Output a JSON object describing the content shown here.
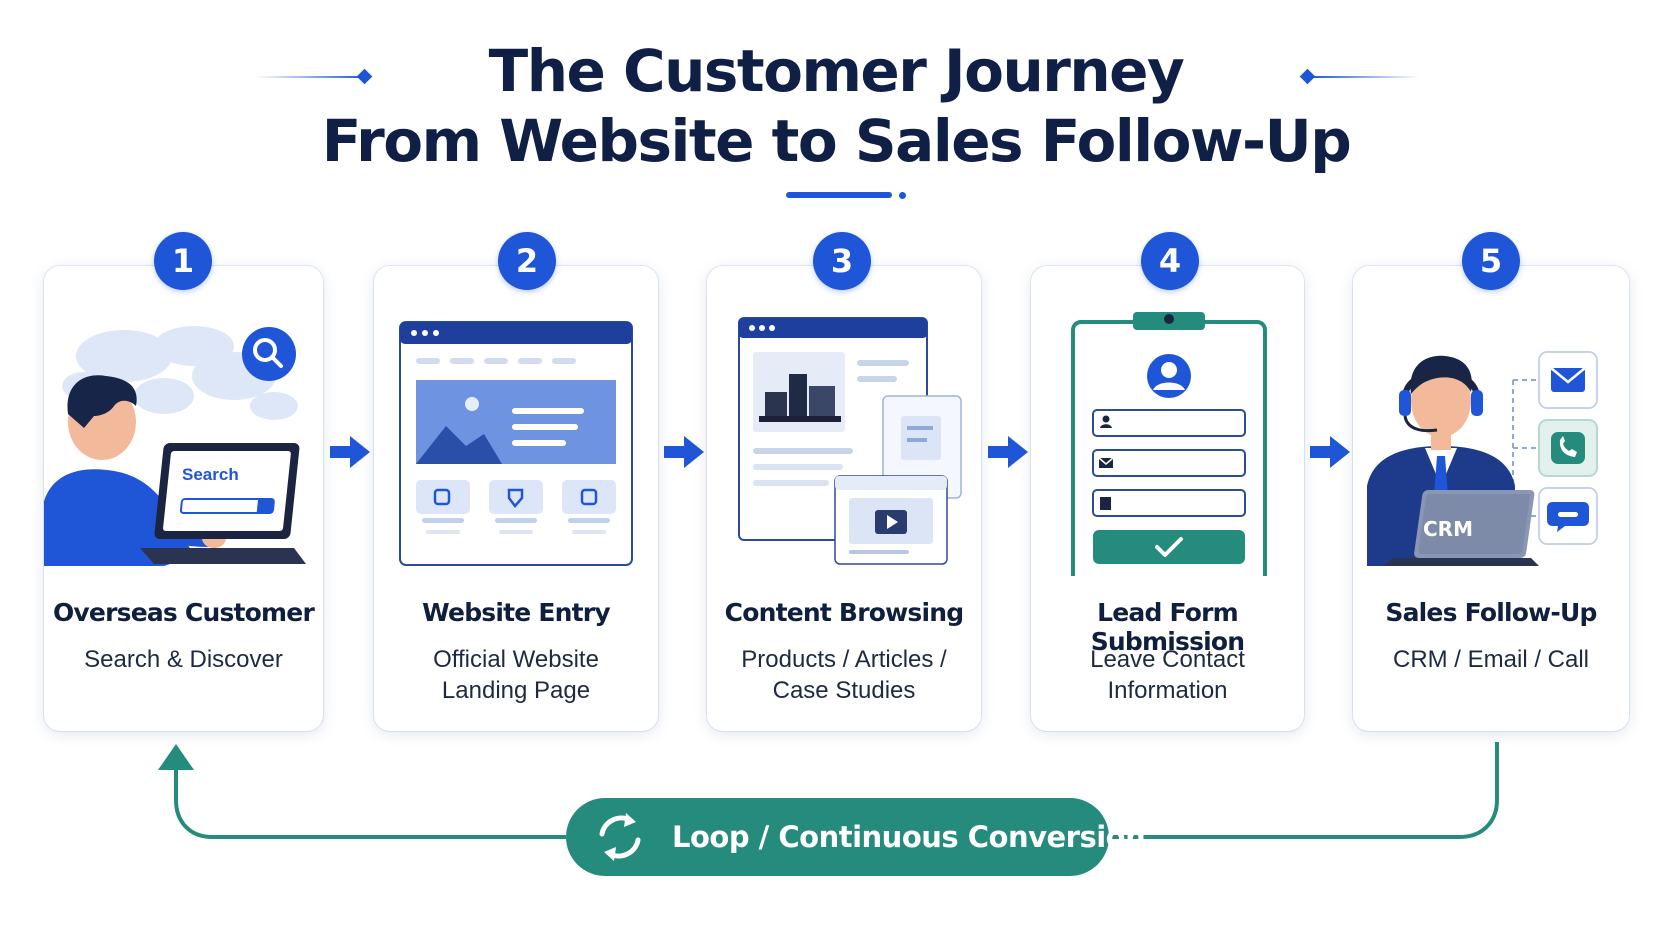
{
  "title": {
    "line1": "The Customer Journey",
    "line2": "From Website to Sales Follow-Up"
  },
  "colors": {
    "primary_blue": "#1f56d8",
    "navy_title": "#0f1f45",
    "teal": "#258b7d",
    "card_bg": "#ffffff"
  },
  "steps": [
    {
      "number": "1",
      "title": "Overseas Customer",
      "subtitle": "Search & Discover",
      "illustration": "person-laptop-search",
      "search_text": "Search"
    },
    {
      "number": "2",
      "title": "Website Entry",
      "subtitle": "Official Website\nLanding Page",
      "illustration": "browser-landing-page"
    },
    {
      "number": "3",
      "title": "Content Browsing",
      "subtitle": "Products / Articles /\nCase Studies",
      "illustration": "content-pages-video"
    },
    {
      "number": "4",
      "title": "Lead Form Submission",
      "subtitle": "Leave Contact\nInformation",
      "illustration": "clipboard-form"
    },
    {
      "number": "5",
      "title": "Sales Follow-Up",
      "subtitle": "CRM / Email / Call",
      "illustration": "sales-agent-crm",
      "crm_text": "CRM"
    }
  ],
  "loop": {
    "label": "Loop / Continuous Conversion",
    "icon": "refresh-icon"
  }
}
